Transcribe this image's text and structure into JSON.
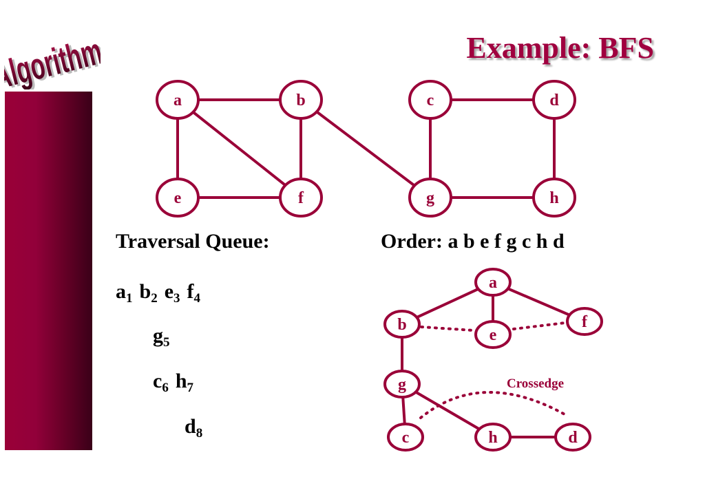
{
  "header": {
    "logo_text": "Algorithms",
    "title": "Example: BFS"
  },
  "colors": {
    "accent": "#9a0038",
    "bar_gradient_start": "#9a0038",
    "bar_gradient_end": "#3a0018",
    "text": "#000000"
  },
  "graph": {
    "nodes": [
      {
        "id": "a",
        "label": "a"
      },
      {
        "id": "b",
        "label": "b"
      },
      {
        "id": "c",
        "label": "c"
      },
      {
        "id": "d",
        "label": "d"
      },
      {
        "id": "e",
        "label": "e"
      },
      {
        "id": "f",
        "label": "f"
      },
      {
        "id": "g",
        "label": "g"
      },
      {
        "id": "h",
        "label": "h"
      }
    ],
    "edges": [
      [
        "a",
        "b"
      ],
      [
        "a",
        "e"
      ],
      [
        "a",
        "f"
      ],
      [
        "b",
        "f"
      ],
      [
        "e",
        "f"
      ],
      [
        "b",
        "g"
      ],
      [
        "c",
        "g"
      ],
      [
        "c",
        "d"
      ],
      [
        "d",
        "h"
      ],
      [
        "g",
        "h"
      ]
    ]
  },
  "traversal": {
    "queue_label": "Traversal Queue:",
    "order_label": "Order: a b e f g c h d",
    "rows": [
      [
        {
          "v": "a",
          "n": "1"
        },
        {
          "v": "b",
          "n": "2"
        },
        {
          "v": "e",
          "n": "3"
        },
        {
          "v": "f",
          "n": "4"
        }
      ],
      [
        {
          "v": "g",
          "n": "5"
        }
      ],
      [
        {
          "v": "c",
          "n": "6"
        },
        {
          "v": "h",
          "n": "7"
        }
      ],
      [
        {
          "v": "d",
          "n": "8"
        }
      ]
    ]
  },
  "bfs_tree": {
    "nodes": [
      {
        "id": "a",
        "label": "a"
      },
      {
        "id": "b",
        "label": "b"
      },
      {
        "id": "e",
        "label": "e"
      },
      {
        "id": "f",
        "label": "f"
      },
      {
        "id": "g",
        "label": "g"
      },
      {
        "id": "c",
        "label": "c"
      },
      {
        "id": "h",
        "label": "h"
      },
      {
        "id": "d",
        "label": "d"
      }
    ],
    "tree_edges": [
      [
        "a",
        "b"
      ],
      [
        "a",
        "e"
      ],
      [
        "a",
        "f"
      ],
      [
        "b",
        "g"
      ],
      [
        "g",
        "c"
      ],
      [
        "g",
        "h"
      ],
      [
        "h",
        "d"
      ]
    ],
    "non_tree_edges": [
      [
        "b",
        "e"
      ],
      [
        "e",
        "f"
      ],
      [
        "c",
        "d"
      ]
    ],
    "crossedge_label": "Crossedge"
  }
}
